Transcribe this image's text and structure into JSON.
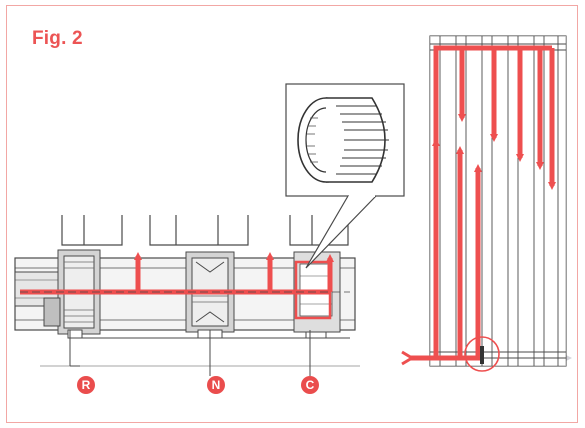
{
  "figure": {
    "title": "Fig. 2"
  },
  "markers": {
    "r": "R",
    "n": "N",
    "c": "C"
  },
  "colors": {
    "flow_red": "#ee4f4f",
    "frame_pink": "#f2a7a4",
    "line_grey": "#4a4a4a",
    "pipe_grey": "#dcdcdc",
    "ghost_grey": "#c9c9cf"
  }
}
